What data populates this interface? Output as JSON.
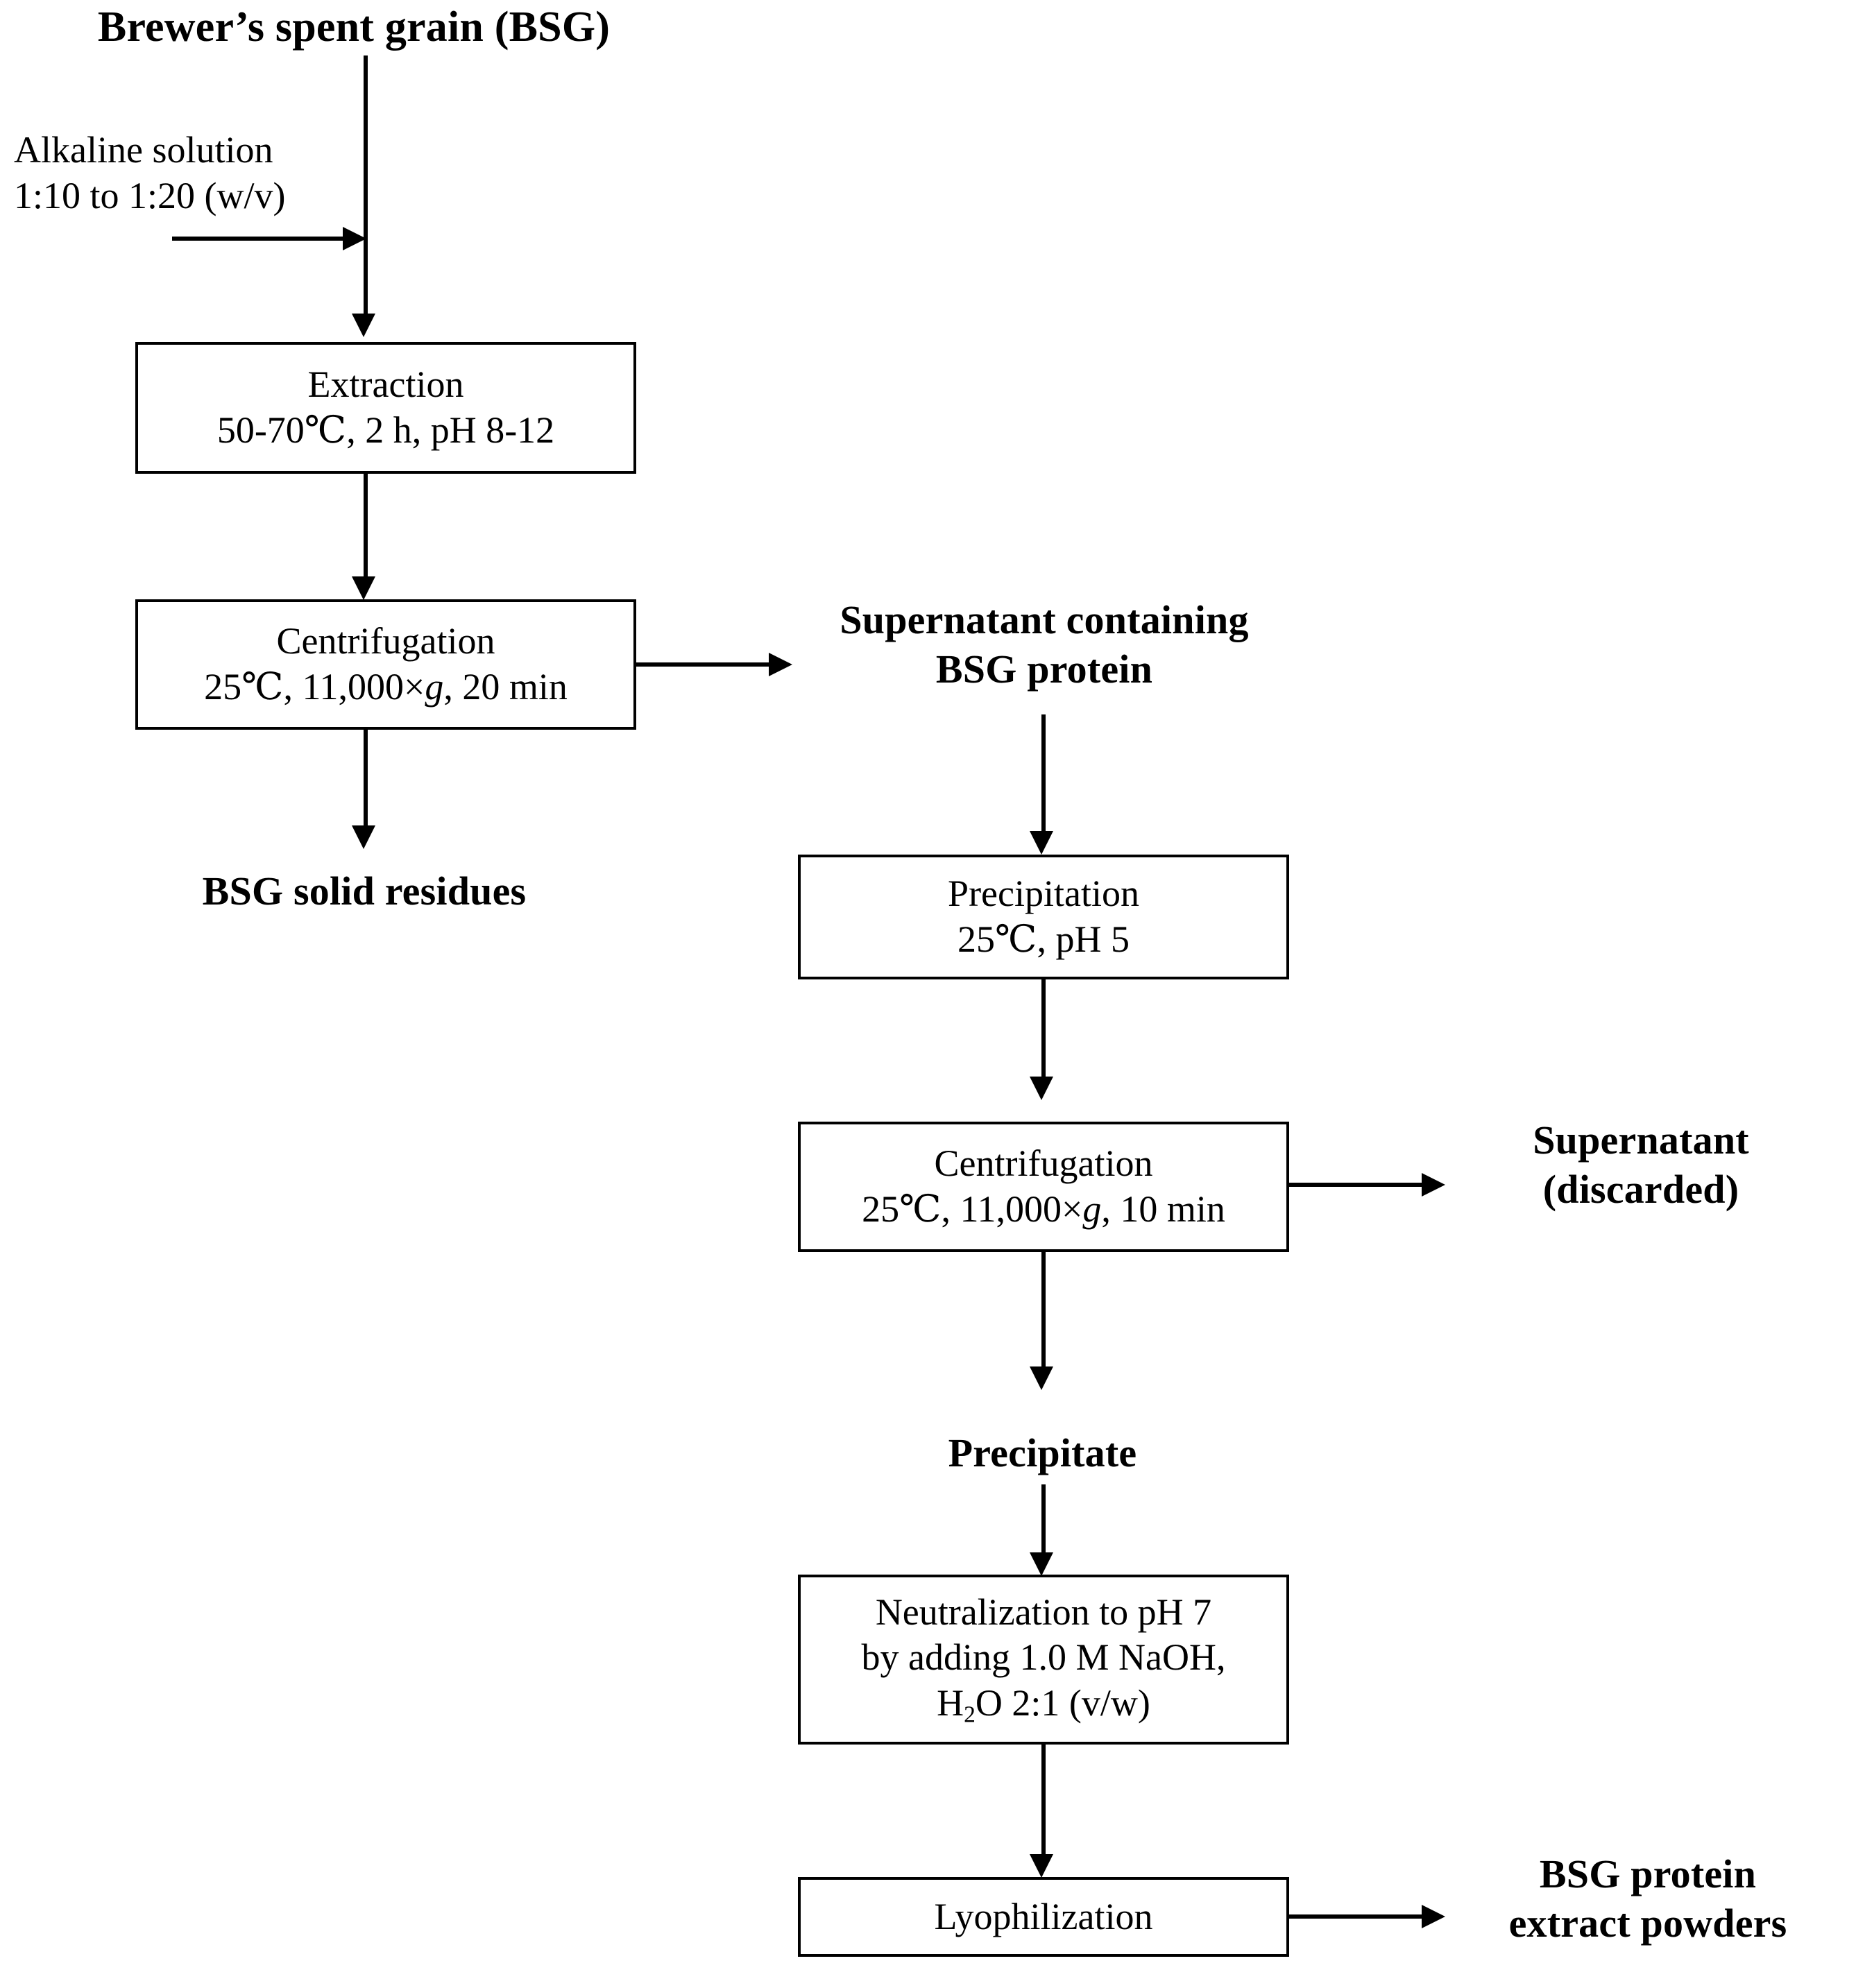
{
  "diagram": {
    "title": "Brewer's spent grain (BSG) protein extraction flow chart",
    "accent_color": "#000000",
    "background_color": "#ffffff",
    "nodes": {
      "start": {
        "label": "Brewer’s spent grain (BSG)",
        "type": "bold-label"
      },
      "alkaline": {
        "line1": "Alkaline solution",
        "line2": "1:10 to 1:20 (w/v)",
        "type": "plain-label"
      },
      "extraction": {
        "line1": "Extraction",
        "line2": "50-70℃, 2 h, pH 8-12",
        "type": "process-box"
      },
      "centrifugation1": {
        "line1": "Centrifugation",
        "line2_a": "25℃, 11,000×",
        "line2_italic": "g",
        "line2_b": ", 20 min",
        "type": "process-box"
      },
      "solid_residues": {
        "label": "BSG solid residues",
        "type": "bold-label"
      },
      "supernatant_protein": {
        "line1": "Supernatant containing",
        "line2": "BSG protein",
        "type": "bold-label"
      },
      "precipitation": {
        "line1": "Precipitation",
        "line2": "25℃, pH 5",
        "type": "process-box"
      },
      "centrifugation2": {
        "line1": "Centrifugation",
        "line2_a": "25℃, 11,000×",
        "line2_italic": "g",
        "line2_b": ", 10 min",
        "type": "process-box"
      },
      "supernatant_discarded": {
        "line1": "Supernatant",
        "line2": "(discarded)",
        "type": "bold-label"
      },
      "precipitate": {
        "label": "Precipitate",
        "type": "bold-label"
      },
      "neutralization": {
        "line1": "Neutralization to pH 7",
        "line2": "by adding 1.0 M NaOH,",
        "line3_a": "H",
        "line3_sub": "2",
        "line3_b": "O 2:1 (v/w)",
        "type": "process-box"
      },
      "lyophilization": {
        "label": "Lyophilization",
        "type": "process-box"
      },
      "product": {
        "line1": "BSG protein",
        "line2": "extract powders",
        "type": "bold-label"
      }
    }
  }
}
